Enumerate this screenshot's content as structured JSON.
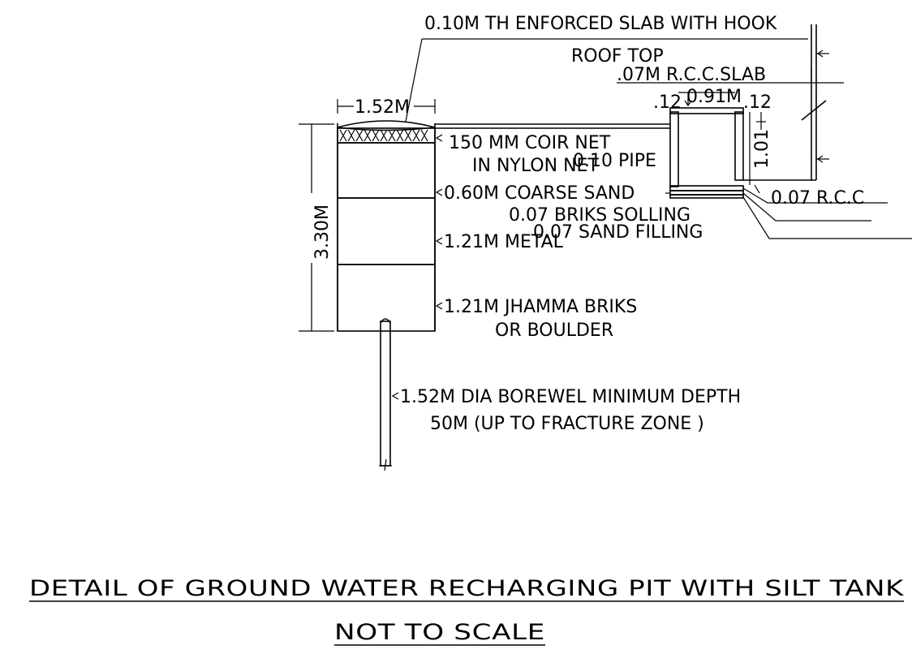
{
  "labels": {
    "slab_hook": "0.10M TH ENFORCED SLAB WITH HOOK",
    "roof_top": "ROOF TOP",
    "rcc_slab": ".07M R.C.C.SLAB",
    "pit_width": "1.52M",
    "tank_width": "0.91M",
    "tank_wall_left": ".12",
    "tank_wall_right": ".12",
    "tank_height": "1.01",
    "pit_depth": "3.30M",
    "coir_net_1": "150 MM COIR NET",
    "coir_net_2": "IN NYLON NET",
    "pipe": "0.10 PIPE",
    "coarse_sand": "0.60M COARSE SAND",
    "rcc": "0.07 R.C.C",
    "brick_solling": "0.07 BRIKS SOLLING",
    "sand_filling": "0.07 SAND FILLING",
    "metal": "1.21M METAL",
    "jhamma_1": "1.21M JHAMMA BRIKS",
    "jhamma_2": "OR BOULDER",
    "borewell_1": "1.52M DIA BOREWEL MINIMUM DEPTH",
    "borewell_2": "50M (UP TO FRACTURE ZONE )"
  },
  "titles": {
    "main": "DETAIL OF GROUND WATER RECHARGING PIT WITH SILT TANK",
    "sub": "NOT TO SCALE"
  }
}
